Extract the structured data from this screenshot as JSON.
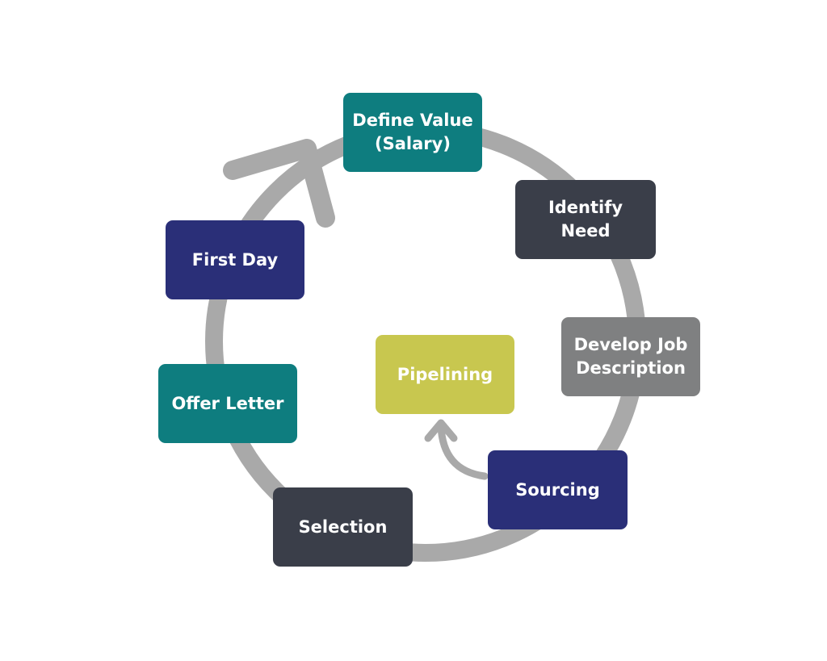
{
  "nodes": [
    {
      "id": "define-value",
      "label": "Define Value\n(Salary)",
      "color": "#0e7d7f"
    },
    {
      "id": "identify-need",
      "label": "Identify\nNeed",
      "color": "#3a3e49"
    },
    {
      "id": "develop-job-description",
      "label": "Develop Job\nDescription",
      "color": "#7f8081"
    },
    {
      "id": "sourcing",
      "label": "Sourcing",
      "color": "#2a2f78"
    },
    {
      "id": "selection",
      "label": "Selection",
      "color": "#3a3e49"
    },
    {
      "id": "offer-letter",
      "label": "Offer Letter",
      "color": "#0e7d7f"
    },
    {
      "id": "first-day",
      "label": "First Day",
      "color": "#2a2f78"
    },
    {
      "id": "pipelining",
      "label": "Pipelining",
      "color": "#c8c74f"
    }
  ],
  "edges": [
    {
      "from": "sourcing",
      "to": "pipelining"
    }
  ],
  "colors": {
    "cycle_ring": "#a9a9a9",
    "arrow": "#a9a9a9"
  }
}
